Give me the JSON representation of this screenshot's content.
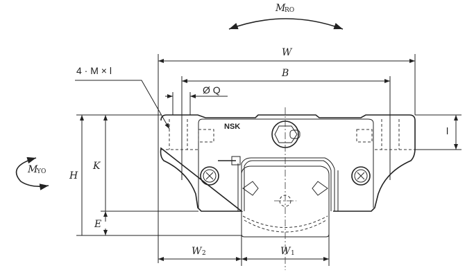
{
  "labels": {
    "moment_roll": {
      "main": "M",
      "sub": "RO"
    },
    "moment_yaw": {
      "main": "M",
      "sub": "YO"
    },
    "tap_holes": "4 · M × l",
    "hole_diameter": "Ø Q",
    "width_W": "W",
    "width_B": "B",
    "height_H": "H",
    "height_K": "K",
    "height_E": "E",
    "width_W2": {
      "main": "W",
      "sub": "2"
    },
    "width_W1": {
      "main": "W",
      "sub": "1"
    },
    "depth_l": "l",
    "brand": "NSK"
  }
}
